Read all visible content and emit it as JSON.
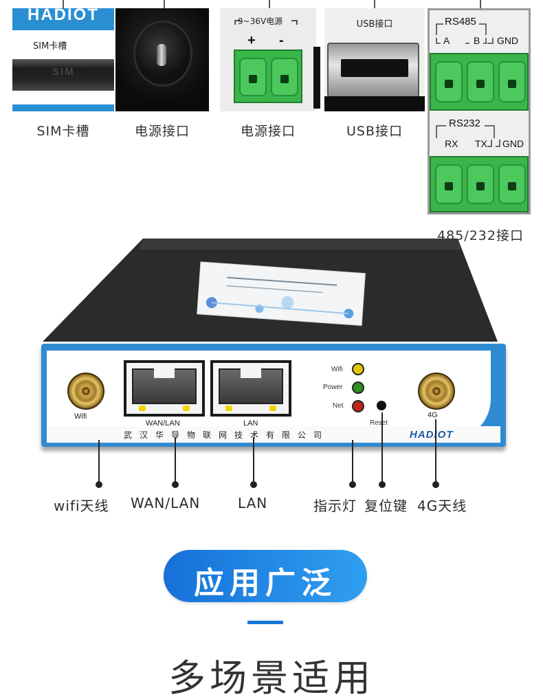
{
  "top_row": {
    "sim": {
      "brand": "HADIOT",
      "label": "SIM卡槽",
      "slot_text": "SIM",
      "caption": "SIM卡槽"
    },
    "dc_jack": {
      "caption": "电源接口"
    },
    "terminal_power": {
      "voltage_label": "9~36V电源",
      "plus": "+",
      "minus": "-",
      "caption": "电源接口"
    },
    "usb": {
      "label": "USB接口",
      "caption": "USB接口"
    },
    "serial": {
      "rs485": {
        "title": "RS485",
        "pins": [
          "A",
          "B",
          "GND"
        ]
      },
      "rs232": {
        "title": "RS232",
        "pins": [
          "RX",
          "TX",
          "GND"
        ]
      },
      "caption": "485/232接口"
    }
  },
  "router": {
    "antenna_left_label": "Wifi",
    "port_wan_label": "WAN/LAN",
    "port_lan_label": "LAN",
    "indicators": [
      {
        "label": "Wifi",
        "color": "#e2c400"
      },
      {
        "label": "Power",
        "color": "#2e8f1e"
      },
      {
        "label": "Net",
        "color": "#c0241a"
      }
    ],
    "reset_label": "Reset",
    "antenna_right_label": "4G",
    "company": "武汉华导物联网技术有限公司",
    "logo": "HADIOT",
    "accent_color": "#2f8bd0"
  },
  "callouts": [
    "wifi天线",
    "WAN/LAN",
    "LAN",
    "指示灯",
    "复位键",
    "4G天线"
  ],
  "banner": {
    "pill_text": "应用广泛",
    "headline": "多场景适用",
    "accent": "#1677d9"
  }
}
